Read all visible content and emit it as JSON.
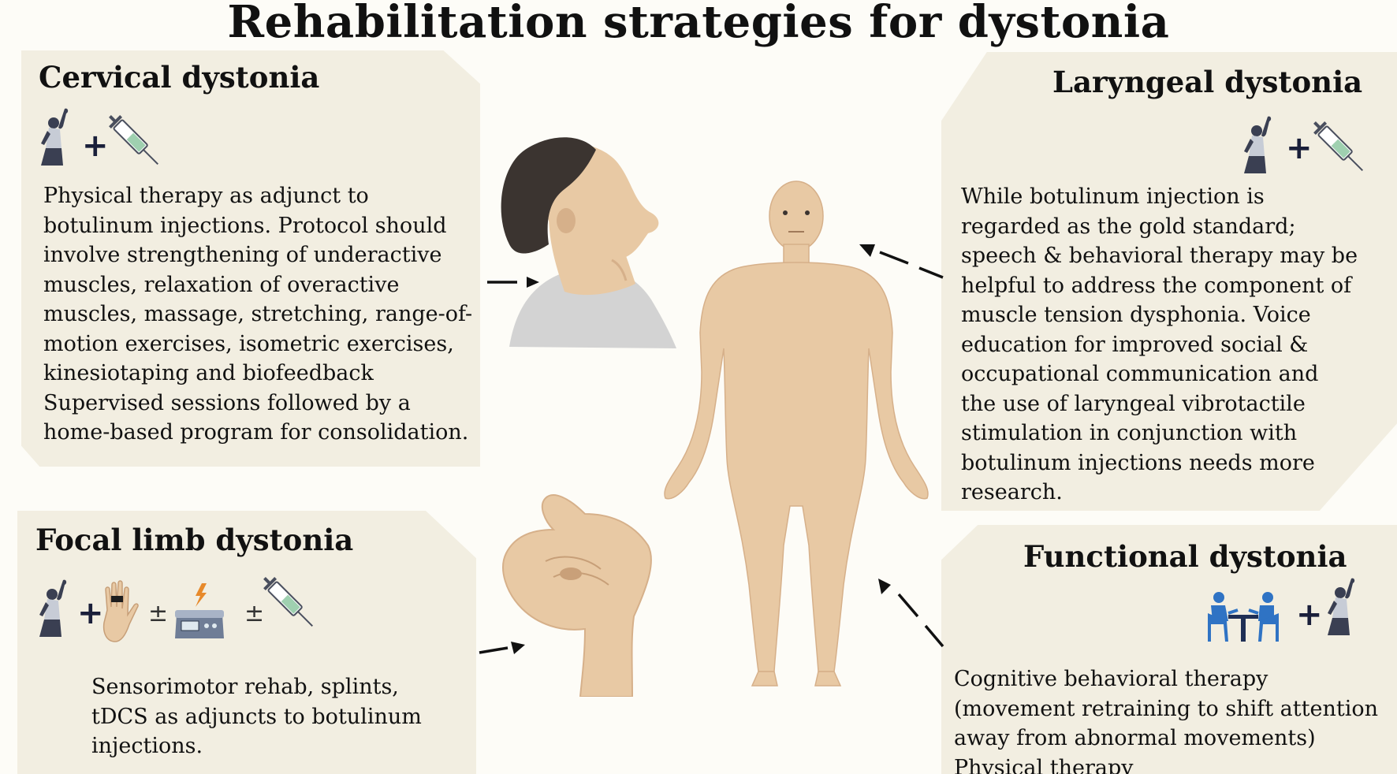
{
  "title": "Rehabilitation strategies for dystonia",
  "panels": {
    "cervical": {
      "title": "Cervical dystonia",
      "icons": [
        "exercise-woman-icon",
        "plus",
        "syringe-icon"
      ],
      "lines": [
        "Physical therapy as adjunct to",
        "botulinum injections. Protocol should",
        "involve strengthening of underactive",
        "muscles, relaxation of overactive",
        "muscles, massage, stretching, range-of-",
        "motion exercises, isometric exercises,",
        "kinesiotaping and biofeedback",
        "Supervised sessions followed by a",
        "home-based program for consolidation."
      ]
    },
    "laryngeal": {
      "title": "Laryngeal dystonia",
      "icons": [
        "exercise-woman-icon",
        "plus",
        "syringe-icon"
      ],
      "lines": [
        "While botulinum injection is",
        "regarded as the gold standard;",
        "speech & behavioral therapy may be",
        "helpful to address the component of",
        "muscle tension dysphonia. Voice",
        "education for improved social &",
        "occupational communication and",
        "the use of laryngeal vibrotactile",
        "stimulation in conjunction with",
        "botulinum injections needs more",
        "research."
      ]
    },
    "focal": {
      "title": "Focal limb dystonia",
      "icons": [
        "exercise-woman-icon",
        "plus",
        "hand-splint-icon",
        "plus-minus",
        "tdcs-device-icon",
        "plus-minus",
        "syringe-icon"
      ],
      "lines": [
        "Sensorimotor rehab, splints,",
        "tDCS as adjuncts to botulinum",
        "injections."
      ]
    },
    "functional": {
      "title": "Functional dystonia",
      "icons": [
        "therapy-session-icon",
        "plus",
        "exercise-woman-icon"
      ],
      "lines": [
        "Cognitive behavioral therapy",
        "(movement retraining to shift attention",
        "away from abnormal movements)",
        "Physical therapy"
      ]
    }
  },
  "symbols": {
    "plus": "+",
    "plus_minus": "±"
  },
  "colors": {
    "panel_bg": "#f2eee1",
    "skin": "#e8c9a4",
    "skin_shadow": "#d6b08a",
    "hair": "#3b3430",
    "shirt": "#d3d3d3",
    "icon_navy": "#1a1f3a",
    "therapy_blue": "#2f73c4",
    "bolt_orange": "#e7892a"
  }
}
